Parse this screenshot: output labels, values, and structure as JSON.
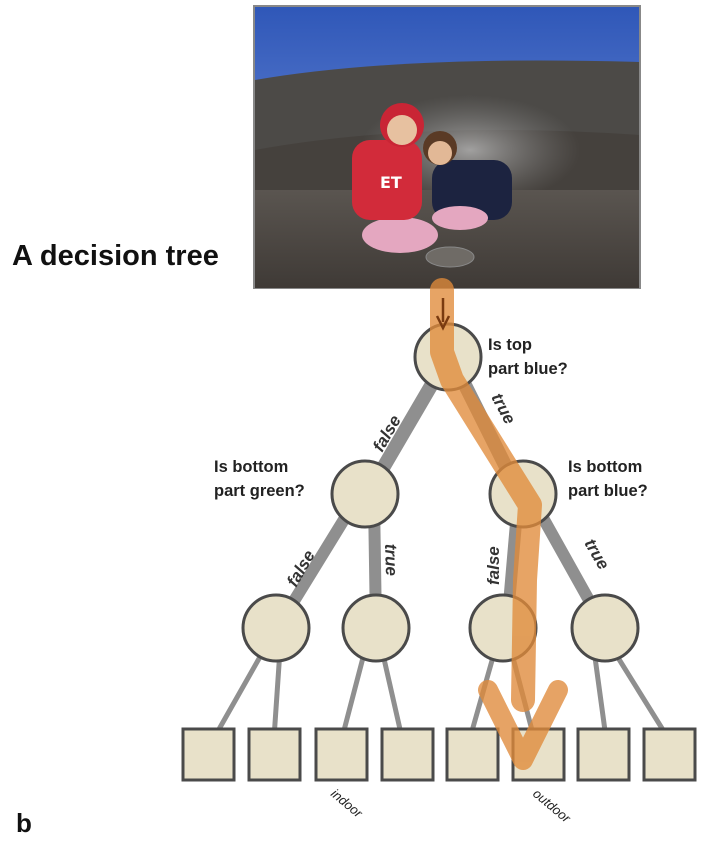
{
  "title": "A decision tree",
  "panel_label": "b",
  "photo": {
    "description": "photo-of-children-on-volcano"
  },
  "root_question": [
    "Is top",
    "part blue?"
  ],
  "left_question": [
    "Is bottom",
    "part green?"
  ],
  "right_question": [
    "Is bottom",
    "part blue?"
  ],
  "edge_labels": {
    "root_false": "false",
    "root_true": "true",
    "left_false": "false",
    "left_true": "true",
    "right_false": "false",
    "right_true": "true"
  },
  "leaf_labels": {
    "indoor": "indoor",
    "outdoor": "outdoor"
  },
  "colors": {
    "node_fill": "#e8e1c9",
    "node_stroke": "#4a4a4a",
    "edge_gray": "#8f8f8f",
    "path_orange": "#e08a3a",
    "arrow_brown": "#7a3b10"
  }
}
